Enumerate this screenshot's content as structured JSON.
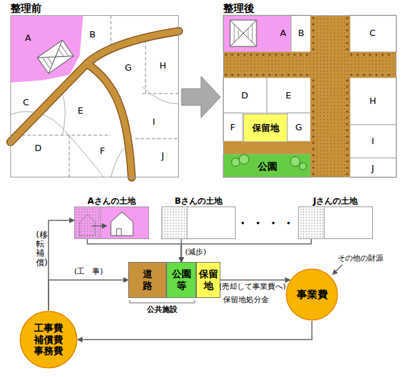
{
  "diagram": {
    "nodes": [
      {
        "text": [
          "整理前"
        ]
      },
      {
        "text": [
          "整理後"
        ]
      },
      {
        "text": [
          "保留地"
        ],
        "in": 1
      },
      {
        "text": [
          "公園"
        ],
        "in": 1
      },
      {
        "text": [
          "Aさんの土地"
        ]
      },
      {
        "text": [
          "Bさんの土地"
        ]
      },
      {
        "text": [
          "Jさんの土地"
        ]
      },
      {
        "text": [
          "道路"
        ]
      },
      {
        "text": [
          "公園等"
        ]
      },
      {
        "text": [
          "保留地"
        ]
      },
      {
        "text": [
          "事業費"
        ]
      },
      {
        "text": [
          "工事費 補償費 事務費"
        ]
      }
    ],
    "edges": [
      {
        "from": 4,
        "to": 8,
        "arrow": "to"
      },
      {
        "from": 5,
        "to": 8,
        "label": "(減歩)",
        "arrow": "to"
      },
      {
        "from": 6,
        "to": 8,
        "arrow": "to"
      },
      {
        "from": 9,
        "to": 10,
        "label": "保留地処分金",
        "arrow": "to"
      },
      {
        "from": 10,
        "to": 11,
        "arrow": "to"
      },
      {
        "from": 11,
        "to": 4,
        "label": "(移転補償)",
        "arrow": "to"
      },
      {
        "from": 11,
        "to": 7,
        "label": "(工　事)",
        "arrow": "to"
      }
    ],
    "labels": [
      "A",
      "B",
      "C",
      "D",
      "E",
      "F",
      "G",
      "H",
      "I",
      "J",
      "A",
      "B",
      "C",
      "D",
      "E",
      "F",
      "G",
      "H",
      "I",
      "J",
      "・・・・",
      "(売却して事業費へ)",
      "公共施設",
      "その他の財源"
    ]
  }
}
